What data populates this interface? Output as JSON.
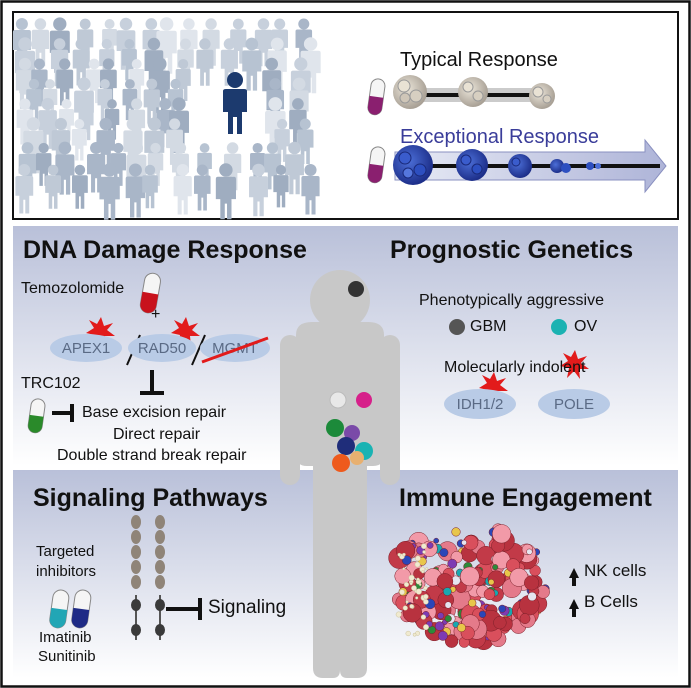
{
  "top": {
    "typical_label": "Typical Response",
    "exceptional_label": "Exceptional Response"
  },
  "dna": {
    "title": "DNA Damage Response",
    "drug": "Temozolomide",
    "plus": "+",
    "genes": [
      "APEX1",
      "RAD50",
      "MGMT"
    ],
    "inhibitor": "TRC102",
    "repairs": [
      "Base excision repair",
      "Direct repair",
      "Double strand break repair"
    ]
  },
  "genetics": {
    "title": "Prognostic Genetics",
    "aggressive_label": "Phenotypically aggressive",
    "aggressive_items": [
      "GBM",
      "OV"
    ],
    "indolent_label": "Molecularly indolent",
    "indolent_genes": [
      "IDH1/2",
      "POLE"
    ]
  },
  "signaling": {
    "title": "Signaling Pathways",
    "targeted": "Targeted",
    "inhibitors": "inhibitors",
    "drugs": [
      "Imatinib",
      "Sunitinib"
    ],
    "signal_label": "Signaling"
  },
  "immune": {
    "title": "Immune Engagement",
    "cells": [
      "NK cells",
      "B Cells"
    ]
  },
  "colors": {
    "panel_band": "#c9cfe2",
    "accent_blue": "#3a3d9a",
    "ellipse": "#b9cbe6",
    "burst": "#e21b1b",
    "figure_gray": "#c8c8c8"
  },
  "icons": [
    "crowd-figure-icon",
    "patient-figure-icon",
    "drug-capsule-icon",
    "tumor-cluster-icon",
    "starburst-icon",
    "inhibition-bar-icon",
    "receptor-icon",
    "tumor-tissue-icon",
    "up-arrow-icon"
  ]
}
